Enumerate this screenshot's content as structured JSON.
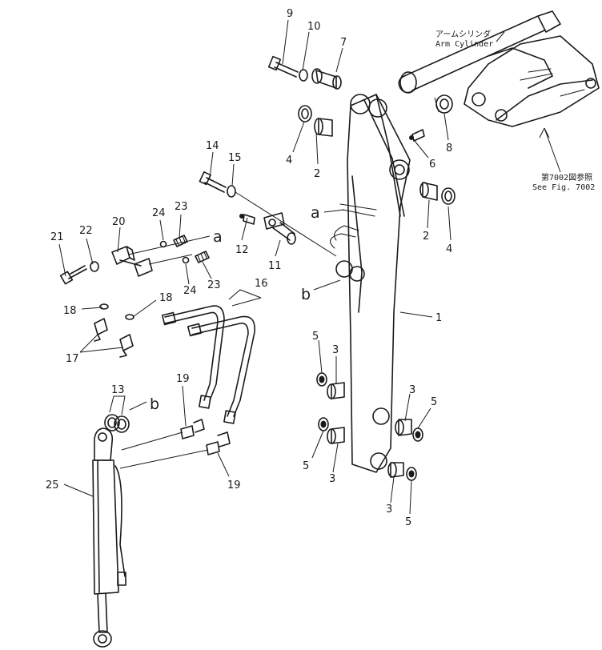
{
  "callouts": [
    "1",
    "2",
    "2",
    "3",
    "3",
    "3",
    "3",
    "4",
    "4",
    "5",
    "5",
    "5",
    "5",
    "6",
    "7",
    "8",
    "9",
    "10",
    "11",
    "12",
    "13",
    "14",
    "15",
    "16",
    "17",
    "18",
    "18",
    "19",
    "19",
    "20",
    "21",
    "22",
    "23",
    "23",
    "24",
    "24",
    "25"
  ],
  "reference_letters": [
    "a",
    "a",
    "b",
    "b"
  ],
  "notes": {
    "arm_cylinder_jp": "アームシリンダ",
    "arm_cylinder_en": "Arm Cylinder",
    "see_fig_jp": "第7002図参照",
    "see_fig_en": "See Fig. 7002"
  }
}
